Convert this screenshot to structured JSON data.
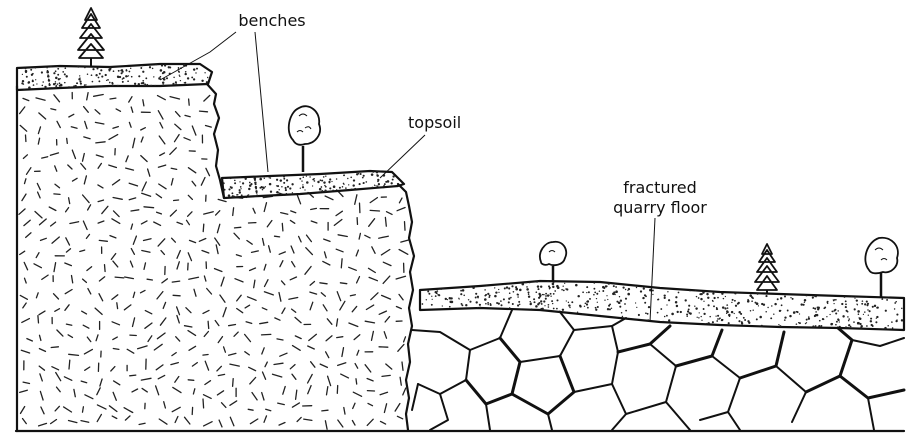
{
  "labels": {
    "benches": "benches",
    "topsoil": "topsoil",
    "quarry_line1": "fractured",
    "quarry_line2": "quarry floor"
  },
  "colors": {
    "ink": "#111111",
    "background": "#ffffff"
  },
  "icons": [
    "conifer-tree-icon",
    "round-tree-icon"
  ]
}
